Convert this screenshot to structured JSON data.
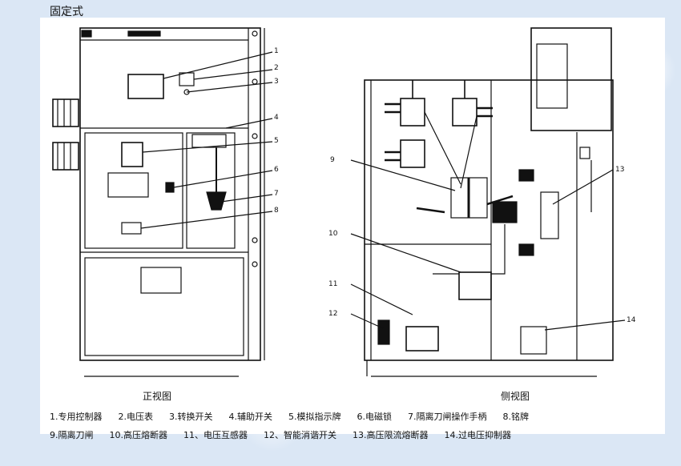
{
  "title": "固定式",
  "captions": {
    "front": "正视图",
    "side": "侧视图"
  },
  "callouts_front": [
    "1",
    "2",
    "3",
    "4",
    "5",
    "6",
    "7",
    "8"
  ],
  "callouts_side": [
    "9",
    "10",
    "11",
    "12",
    "13",
    "14"
  ],
  "legend": [
    "1.专用控制器",
    "2.电压表",
    "3.转换开关",
    "4.辅助开关",
    "5.模拟指示牌",
    "6.电磁锁",
    "7.隔离刀闸操作手柄",
    "8.铭牌",
    "9.隔离刀闸",
    "10.高压熔断器",
    "11、电压互感器",
    "12、智能消谐开关",
    "13.高压限流熔断器",
    "14.过电压抑制器"
  ],
  "colors": {
    "line": "#111111",
    "background": "#dbe7f5",
    "sheet": "#ffffff"
  }
}
